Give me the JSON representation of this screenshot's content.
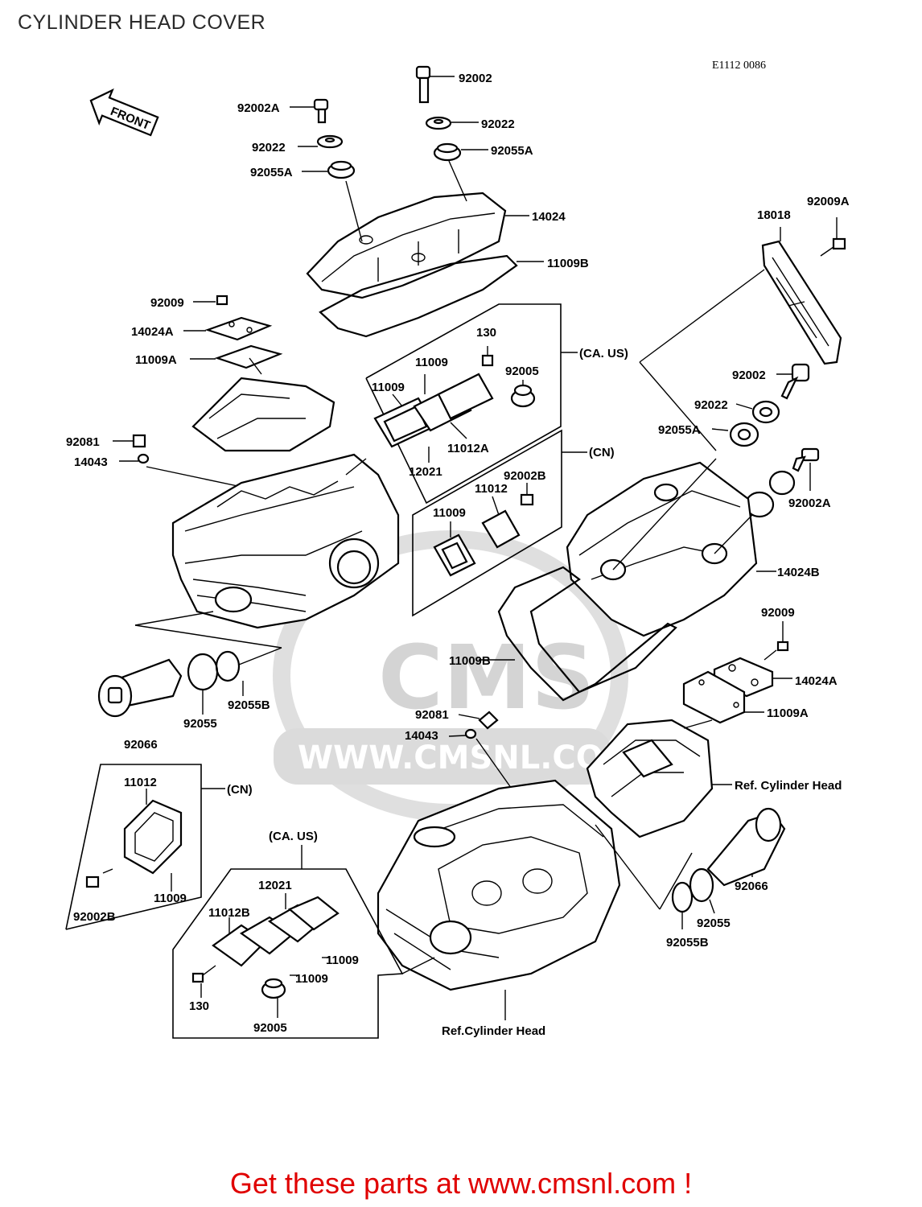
{
  "title": "CYLINDER HEAD COVER",
  "diagram_code": "E1112 0086",
  "footer": "Get these parts at www.cmsnl.com !",
  "watermark": {
    "logo": "CMS",
    "url": "WWW.CMSNL.COM"
  },
  "front_arrow": "FRONT",
  "labels": {
    "l92002_top": "92002",
    "l92002A_top": "92002A",
    "l92022_top_r": "92022",
    "l92022_top_l": "92022",
    "l92055A_top_r": "92055A",
    "l92055A_top_l": "92055A",
    "l14024": "14024",
    "l11009B_top": "11009B",
    "l18018": "18018",
    "l92009A": "92009A",
    "l92009_left": "92009",
    "l14024A_left": "14024A",
    "l11009A_left": "11009A",
    "l130_top": "130",
    "l11009_a": "11009",
    "l11009_b": "11009",
    "l92005_top": "92005",
    "l11012A": "11012A",
    "l12021_top": "12021",
    "l_ca_us_top": "(CA. US)",
    "l_cn_top": "(CN)",
    "l92002B_top": "92002B",
    "l11012_top": "11012",
    "l11009_cn_top": "11009",
    "l92081_left": "92081",
    "l14043_left": "14043",
    "l92002_right": "92002",
    "l92022_right": "92022",
    "l92055A_right": "92055A",
    "l92002A_right": "92002A",
    "l14024B": "14024B",
    "l92009_right": "92009",
    "l14024A_right": "14024A",
    "l11009B_right": "11009B",
    "l11009A_right": "11009A",
    "l92081_mid": "92081",
    "l14043_mid": "14043",
    "l_ref_cyl_head_r": "Ref. Cylinder Head",
    "l92066_left": "92066",
    "l92055_left": "92055",
    "l92055B_left": "92055B",
    "l11012_cn_bot": "11012",
    "l_cn_bot": "(CN)",
    "l11009_cn_bot": "11009",
    "l92002B_bot": "92002B",
    "l_ca_us_bot": "(CA. US)",
    "l12021_bot": "12021",
    "l11012B": "11012B",
    "l11009_bot_a": "11009",
    "l11009_bot_b": "11009",
    "l130_bot": "130",
    "l92005_bot": "92005",
    "l_ref_cyl_head_bot": "Ref.Cylinder Head",
    "l92066_right": "92066",
    "l92055_right": "92055",
    "l92055B_right": "92055B"
  }
}
